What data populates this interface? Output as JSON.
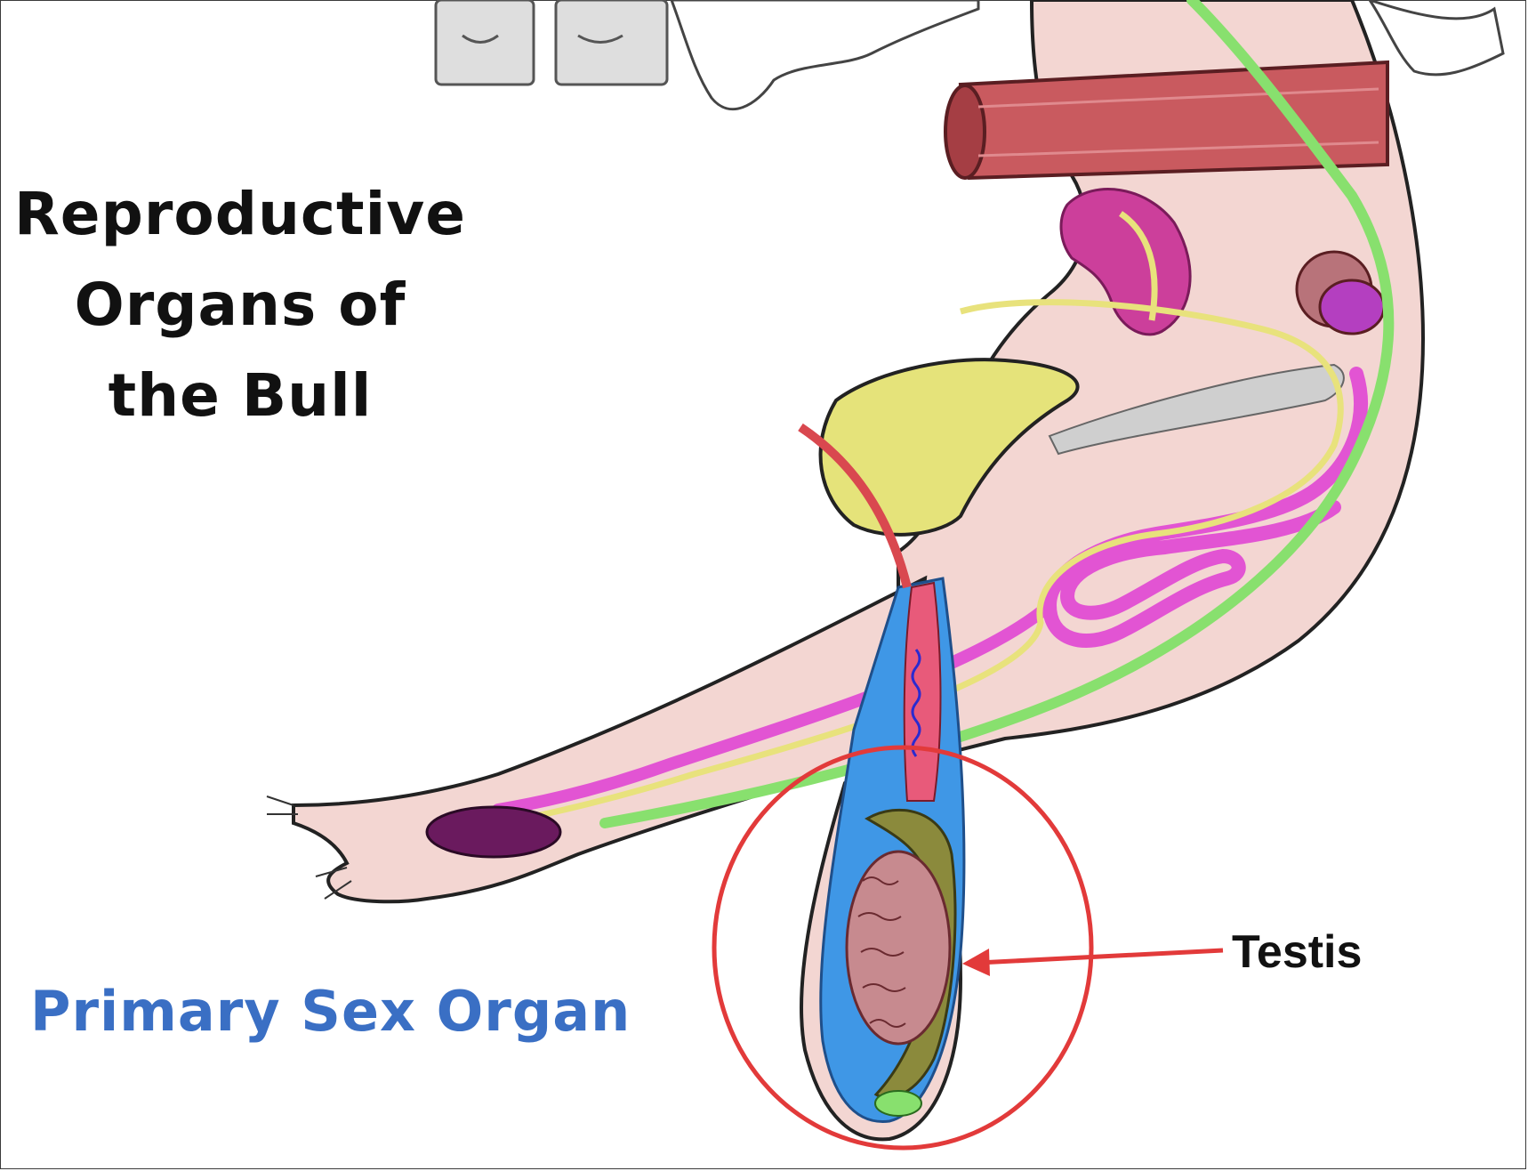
{
  "title": {
    "line1": "Reproductive",
    "line2": "Organs of",
    "line3": "the Bull"
  },
  "subtitle": "Primary Sex Organ",
  "labels": {
    "testis": "Testis"
  },
  "colors": {
    "skin": "#f3d6d2",
    "rectum": "#c95a5f",
    "seminal_vesicle": "#cc3f9b",
    "bladder": "#e5e37a",
    "urethra_pink": "#e254d3",
    "nerve_green": "#88e06e",
    "vas_deferens_yellow": "#e8e27c",
    "tunic_blue": "#3f97e6",
    "epididymis_olive": "#8b8a3c",
    "testis_body": "#c78a8f",
    "highlight_circle": "#e23a3a",
    "bone_grey": "#dedede"
  }
}
